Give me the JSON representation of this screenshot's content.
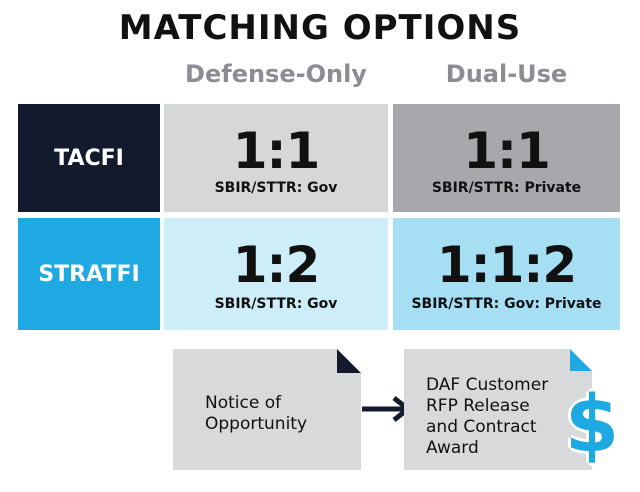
{
  "title": "MATCHING OPTIONS",
  "columns": [
    "Defense-Only",
    "Dual-Use"
  ],
  "rows": [
    {
      "label": "TACFI",
      "cells": [
        {
          "ratio": "1:1",
          "sub": "SBIR/STTR: Gov"
        },
        {
          "ratio": "1:1",
          "sub": "SBIR/STTR: Private"
        }
      ]
    },
    {
      "label": "STRATFI",
      "cells": [
        {
          "ratio": "1:2",
          "sub": "SBIR/STTR: Gov"
        },
        {
          "ratio": "1:1:2",
          "sub": "SBIR/STTR: Gov: Private"
        }
      ]
    }
  ],
  "process": {
    "step1": {
      "line1": "Notice of",
      "line2": "Opportunity"
    },
    "step2": {
      "line1": "DAF Customer",
      "line2": "RFP Release",
      "line3": "and Contract",
      "line4": "Award"
    },
    "dollar": "$"
  },
  "colors": {
    "navy": "#131a2e",
    "blue": "#1fa9e3",
    "gray_light": "#d6d7d9",
    "gray_dark": "#a7a8ac",
    "blue_light": "#cdeef9",
    "blue_mid": "#a6dff4"
  }
}
